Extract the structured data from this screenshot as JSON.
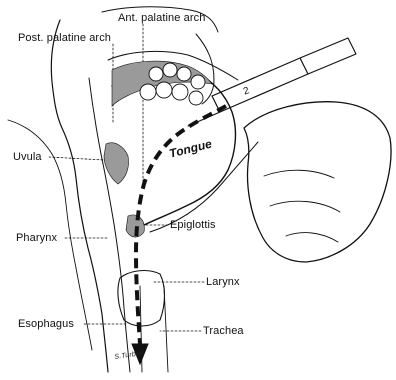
{
  "labels": {
    "ant_palatine_arch": "Ant. palatine arch",
    "post_palatine_arch": "Post. palatine arch",
    "uvula": "Uvula",
    "tongue": "Tongue",
    "epiglottis": "Epiglottis",
    "pharynx": "Pharynx",
    "larynx": "Larynx",
    "esophagus": "Esophagus",
    "trachea": "Trachea"
  },
  "syringe": {
    "marking": "2"
  },
  "signature": "S.Turbull",
  "colors": {
    "ink": "#111111",
    "paper": "#ffffff",
    "shading": "#9a9a9a"
  }
}
